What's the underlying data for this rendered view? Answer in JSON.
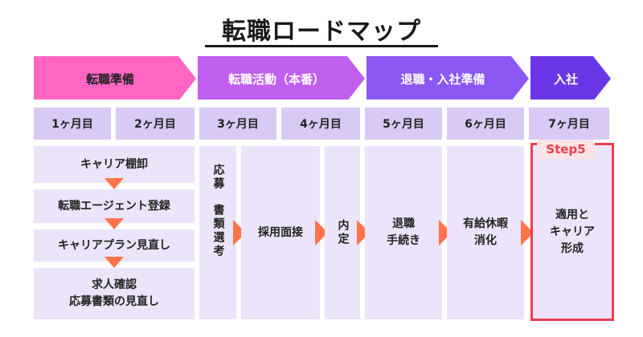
{
  "title": "転職ロードマップ",
  "phases": [
    {
      "label": "転職準備",
      "color": "#ff66c4"
    },
    {
      "label": "転職活動（本番）",
      "color": "#c05ef0"
    },
    {
      "label": "退職・入社準備",
      "color": "#8b57f2"
    },
    {
      "label": "入社",
      "color": "#6a37e6"
    }
  ],
  "months": [
    "1ヶ月目",
    "2ヶ月目",
    "3ヶ月目",
    "4ヶ月目",
    "5ヶ月目",
    "6ヶ月目",
    "7ヶ月目"
  ],
  "prep_steps": [
    "キャリア棚卸",
    "転職エージェント登録",
    "キャリアプラン見直し",
    "求人確認\n応募書類の見直し"
  ],
  "activity": {
    "apply_label": "応募",
    "screening_label": "書類選考",
    "interview_label": "採用面接",
    "offer_label": "内定"
  },
  "resign": {
    "procedure_label": "退職\n手続き",
    "leave_label": "有給休暇\n消化"
  },
  "onboard": {
    "badge": "Step5",
    "label": "適用と\nキャリア\n形成"
  },
  "colors": {
    "month_bg": "#d8caf4",
    "cell_bg": "#ece4fa",
    "arrow": "#ff7448",
    "step_highlight": "#ee3d50"
  }
}
